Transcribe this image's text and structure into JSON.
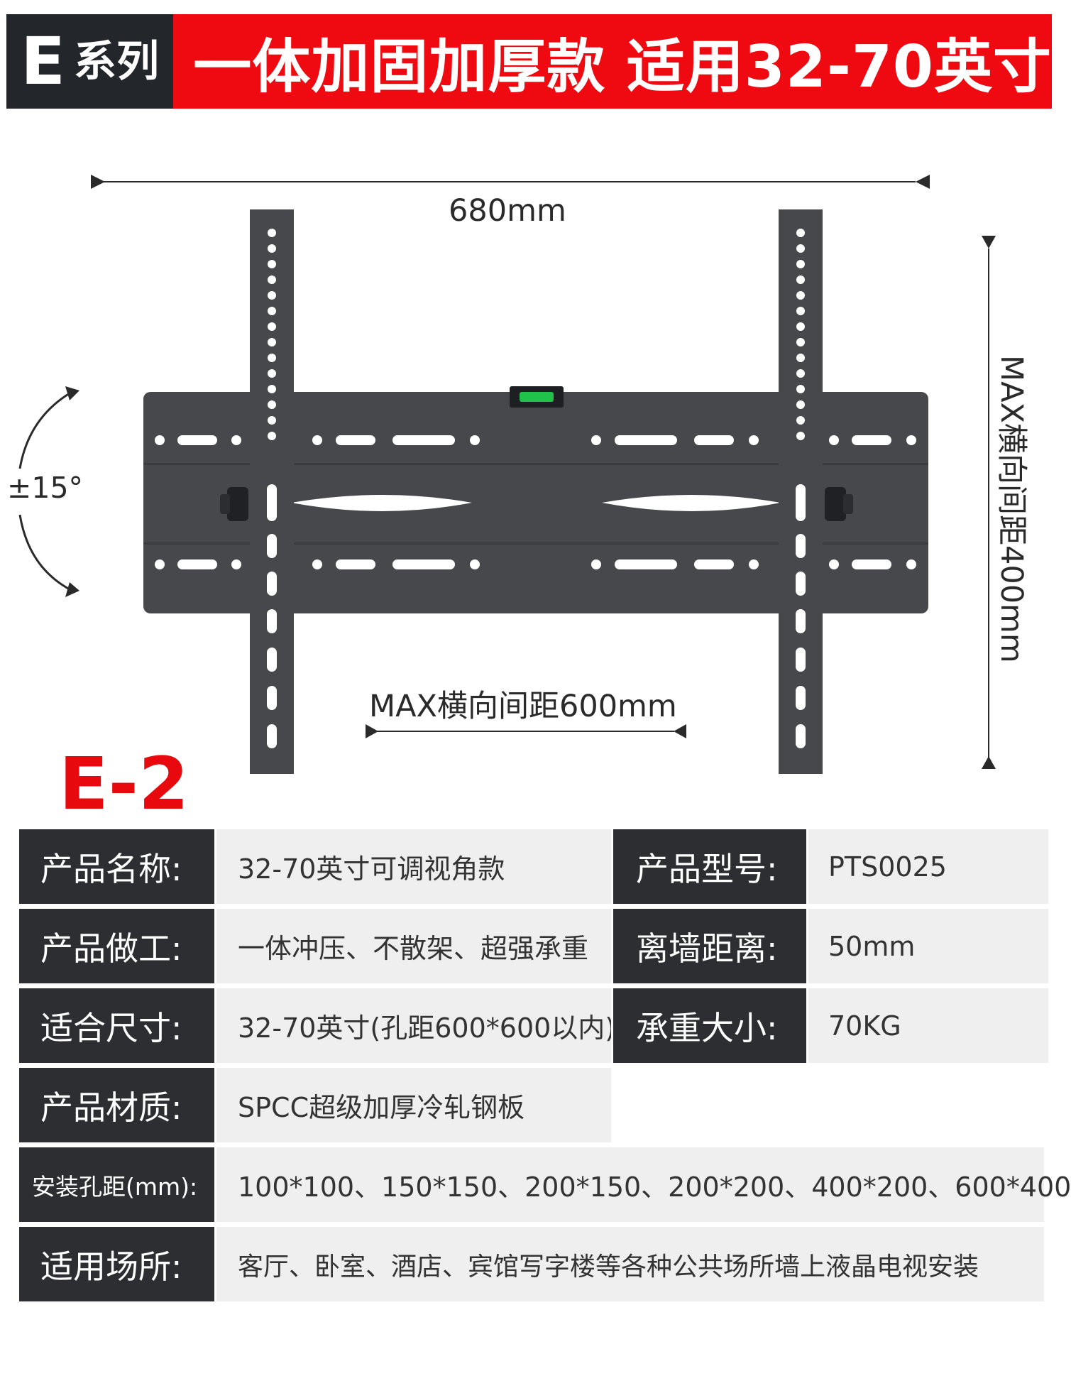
{
  "header": {
    "series_letter": "E",
    "series_label": "系列",
    "headline": "一体加固加厚款 适用32-70英寸"
  },
  "diagram": {
    "width_label": "680mm",
    "tilt_label": "±15°",
    "max_vertical_label": "MAX横向间距400mm",
    "max_horizontal_label": "MAX横向间距600mm",
    "colors": {
      "bracket": "#46484c",
      "level_bubble": "#21c24a",
      "model_red": "#e8090f"
    }
  },
  "model": "E-2",
  "specs": [
    {
      "key": "产品名称:",
      "value": "32-70英寸可调视角款",
      "key2": "产品型号:",
      "value2": "PTS0025"
    },
    {
      "key": "产品做工:",
      "value": "一体冲压、不散架、超强承重",
      "key2": "离墙距离:",
      "value2": "50mm"
    },
    {
      "key": "适合尺寸:",
      "value": "32-70英寸(孔距600*600以内)",
      "key2": "承重大小:",
      "value2": "70KG"
    },
    {
      "key": "产品材质:",
      "value": "SPCC超级加厚冷轧钢板"
    },
    {
      "key": "安装孔距(mm):",
      "value": "100*100、150*150、200*150、200*200、400*200、600*400"
    },
    {
      "key": "适用场所:",
      "value": "客厅、卧室、酒店、宾馆写字楼等各种公共场所墙上液晶电视安装"
    }
  ]
}
